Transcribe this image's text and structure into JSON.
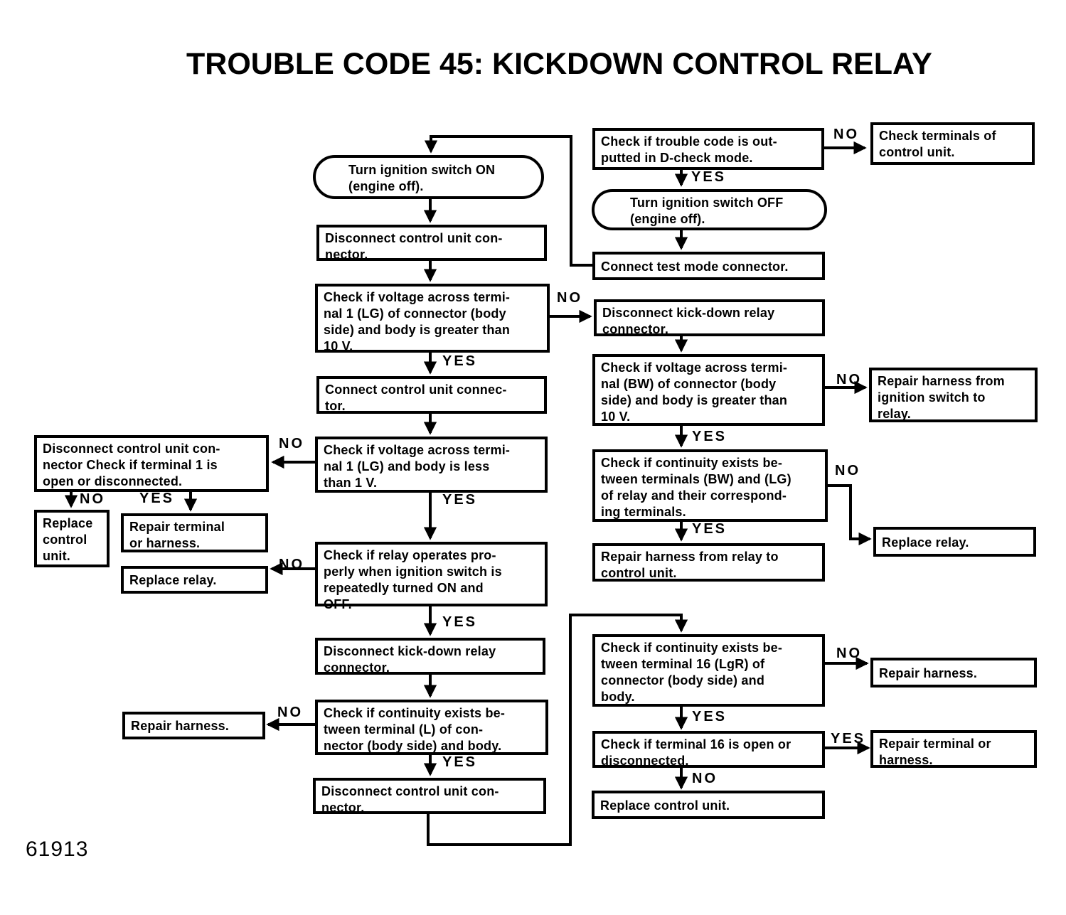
{
  "page": {
    "title": "TROUBLE CODE 45: KICKDOWN CONTROL RELAY",
    "figure_number": "61913"
  },
  "nodes": {
    "turn_ignition_switch_on": {
      "shape": "oval",
      "text": "Turn ignition switch ON\n(engine off)."
    },
    "disconnect_control_unit_connector_1": {
      "shape": "rect",
      "text": "Disconnect control unit con-\nnector."
    },
    "check_voltage_terminal1_gt_10v": {
      "shape": "rect",
      "text": "Check if voltage across termi-\nnal 1 (LG) of connector (body\nside) and body is greater than\n10 V."
    },
    "connect_control_unit_connector": {
      "shape": "rect",
      "text": "Connect control unit connec-\ntor."
    },
    "check_voltage_terminal1_lt_1v": {
      "shape": "rect",
      "text": "Check if voltage across termi-\nnal 1 (LG) and body is less\nthan 1 V."
    },
    "disconnect_cu_check_terminal1": {
      "shape": "rect",
      "text": "Disconnect control unit con-\nnector   Check if terminal 1 is\nopen or disconnected."
    },
    "replace_control_unit_left": {
      "shape": "rect",
      "text": "Replace\ncontrol\nunit."
    },
    "repair_terminal_or_harness_left": {
      "shape": "rect",
      "text": "Repair terminal\nor harness."
    },
    "replace_relay_left": {
      "shape": "rect",
      "text": "Replace relay."
    },
    "check_relay_operates": {
      "shape": "rect",
      "text": "Check if relay operates pro-\nperly when ignition switch is\nrepeatedly turned ON and\nOFF."
    },
    "disconnect_kickdown_relay_center": {
      "shape": "rect",
      "text": "Disconnect kick-down relay\nconnector."
    },
    "check_continuity_terminal_L": {
      "shape": "rect",
      "text": "Check if continuity exists be-\ntween terminal (L) of con-\nnector (body side) and body."
    },
    "repair_harness_left": {
      "shape": "rect",
      "text": "Repair harness."
    },
    "disconnect_control_unit_connector_2": {
      "shape": "rect",
      "text": "Disconnect control unit con-\nnector."
    },
    "check_trouble_code_d_check": {
      "shape": "rect",
      "text": "Check if trouble code is out-\nputted in D-check mode."
    },
    "check_terminals_of_control_unit": {
      "shape": "rect",
      "text": "Check terminals of\ncontrol unit."
    },
    "turn_ignition_switch_off": {
      "shape": "oval",
      "text": "Turn ignition switch OFF\n(engine off)."
    },
    "connect_test_mode_connector": {
      "shape": "rect",
      "text": "Connect test mode connector."
    },
    "disconnect_kickdown_relay_right": {
      "shape": "rect",
      "text": "Disconnect kick-down relay\nconnector."
    },
    "check_voltage_terminal_bw": {
      "shape": "rect",
      "text": "Check if voltage across termi-\nnal (BW) of connector (body\nside) and body is greater than\n10 V."
    },
    "repair_harness_ignition_to_relay": {
      "shape": "rect",
      "text": "Repair harness from\nignition switch to\nrelay."
    },
    "check_continuity_bw_lg": {
      "shape": "rect",
      "text": "Check if continuity exists be-\ntween terminals (BW) and (LG)\nof relay and their correspond-\ning terminals."
    },
    "replace_relay_right": {
      "shape": "rect",
      "text": "Replace relay."
    },
    "repair_harness_relay_to_cu": {
      "shape": "rect",
      "text": "Repair harness from relay to\ncontrol unit."
    },
    "check_continuity_terminal_16": {
      "shape": "rect",
      "text": "Check if continuity exists be-\ntween terminal 16 (LgR) of\nconnector (body side) and\nbody."
    },
    "repair_harness_right": {
      "shape": "rect",
      "text": "Repair harness."
    },
    "check_terminal16_open": {
      "shape": "rect",
      "text": "Check if terminal 16 is open or\ndisconnected."
    },
    "repair_terminal_or_harness_right": {
      "shape": "rect",
      "text": "Repair terminal or\nharness."
    },
    "replace_control_unit_right": {
      "shape": "rect",
      "text": "Replace control unit."
    }
  },
  "edges": [
    {
      "from": "check_trouble_code_d_check",
      "to": "check_terminals_of_control_unit",
      "label": "NO"
    },
    {
      "from": "check_trouble_code_d_check",
      "to": "turn_ignition_switch_off",
      "label": "YES"
    },
    {
      "from": "turn_ignition_switch_off",
      "to": "connect_test_mode_connector",
      "label": ""
    },
    {
      "from": "connect_test_mode_connector",
      "to": "turn_ignition_switch_on",
      "label": ""
    },
    {
      "from": "turn_ignition_switch_on",
      "to": "disconnect_control_unit_connector_1",
      "label": ""
    },
    {
      "from": "disconnect_control_unit_connector_1",
      "to": "check_voltage_terminal1_gt_10v",
      "label": ""
    },
    {
      "from": "check_voltage_terminal1_gt_10v",
      "to": "disconnect_kickdown_relay_right",
      "label": "NO"
    },
    {
      "from": "check_voltage_terminal1_gt_10v",
      "to": "connect_control_unit_connector",
      "label": "YES"
    },
    {
      "from": "connect_control_unit_connector",
      "to": "check_voltage_terminal1_lt_1v",
      "label": ""
    },
    {
      "from": "check_voltage_terminal1_lt_1v",
      "to": "disconnect_cu_check_terminal1",
      "label": "NO"
    },
    {
      "from": "check_voltage_terminal1_lt_1v",
      "to": "check_relay_operates",
      "label": "YES"
    },
    {
      "from": "disconnect_cu_check_terminal1",
      "to": "replace_control_unit_left",
      "label": "NO"
    },
    {
      "from": "disconnect_cu_check_terminal1",
      "to": "repair_terminal_or_harness_left",
      "label": "YES"
    },
    {
      "from": "check_relay_operates",
      "to": "replace_relay_left",
      "label": "NO"
    },
    {
      "from": "check_relay_operates",
      "to": "disconnect_kickdown_relay_center",
      "label": "YES"
    },
    {
      "from": "disconnect_kickdown_relay_center",
      "to": "check_continuity_terminal_L",
      "label": ""
    },
    {
      "from": "check_continuity_terminal_L",
      "to": "repair_harness_left",
      "label": "NO"
    },
    {
      "from": "check_continuity_terminal_L",
      "to": "disconnect_control_unit_connector_2",
      "label": "YES"
    },
    {
      "from": "disconnect_control_unit_connector_2",
      "to": "check_continuity_terminal_16",
      "label": ""
    },
    {
      "from": "disconnect_kickdown_relay_right",
      "to": "check_voltage_terminal_bw",
      "label": ""
    },
    {
      "from": "check_voltage_terminal_bw",
      "to": "repair_harness_ignition_to_relay",
      "label": "NO"
    },
    {
      "from": "check_voltage_terminal_bw",
      "to": "check_continuity_bw_lg",
      "label": "YES"
    },
    {
      "from": "check_continuity_bw_lg",
      "to": "replace_relay_right",
      "label": "NO"
    },
    {
      "from": "check_continuity_bw_lg",
      "to": "repair_harness_relay_to_cu",
      "label": "YES"
    },
    {
      "from": "check_continuity_terminal_16",
      "to": "repair_harness_right",
      "label": "NO"
    },
    {
      "from": "check_continuity_terminal_16",
      "to": "check_terminal16_open",
      "label": "YES"
    },
    {
      "from": "check_terminal16_open",
      "to": "repair_terminal_or_harness_right",
      "label": "YES"
    },
    {
      "from": "check_terminal16_open",
      "to": "replace_control_unit_right",
      "label": "NO"
    }
  ]
}
